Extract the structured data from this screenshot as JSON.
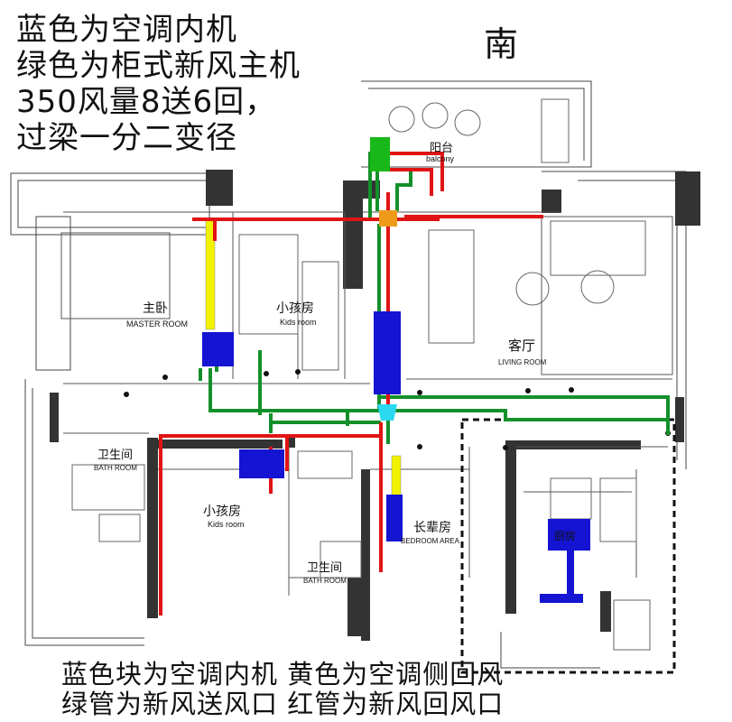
{
  "header": {
    "line1": "蓝色为空调内机",
    "line2": "绿色为柜式新风主机",
    "line3": "350风量8送6回，",
    "line4": "过梁一分二变径"
  },
  "compass": "南",
  "rooms": {
    "balcony_cn": "阳台",
    "balcony_en": "balcony",
    "master_cn": "主卧",
    "master_en": "MASTER ROOM",
    "kids1_cn": "小孩房",
    "kids1_en": "Kids room",
    "living_cn": "客厅",
    "living_en": "LIVING ROOM",
    "bath1_cn": "卫生间",
    "bath1_en": "BATH ROOM",
    "kids2_cn": "小孩房",
    "kids2_en": "Kids room",
    "bath2_cn": "卫生间",
    "bath2_en": "BATH ROOM",
    "elder_cn": "长辈房",
    "elder_en": "BEDROOM AREA",
    "kitchen_cn": "厨房"
  },
  "footer": {
    "line1": "蓝色块为空调内机 黄色为空调侧回风",
    "line2": "绿管为新风送风口 红管为新风回风口"
  },
  "colors": {
    "ac_unit": "#1414d2",
    "fresh_air_unit": "#18b818",
    "supply_pipe": "#14902a",
    "return_pipe": "#e01414",
    "side_return": "#f2f200",
    "wall": "#333333",
    "splitter_orange": "#ef9a1a",
    "splitter_cyan": "#2ad8f0"
  }
}
